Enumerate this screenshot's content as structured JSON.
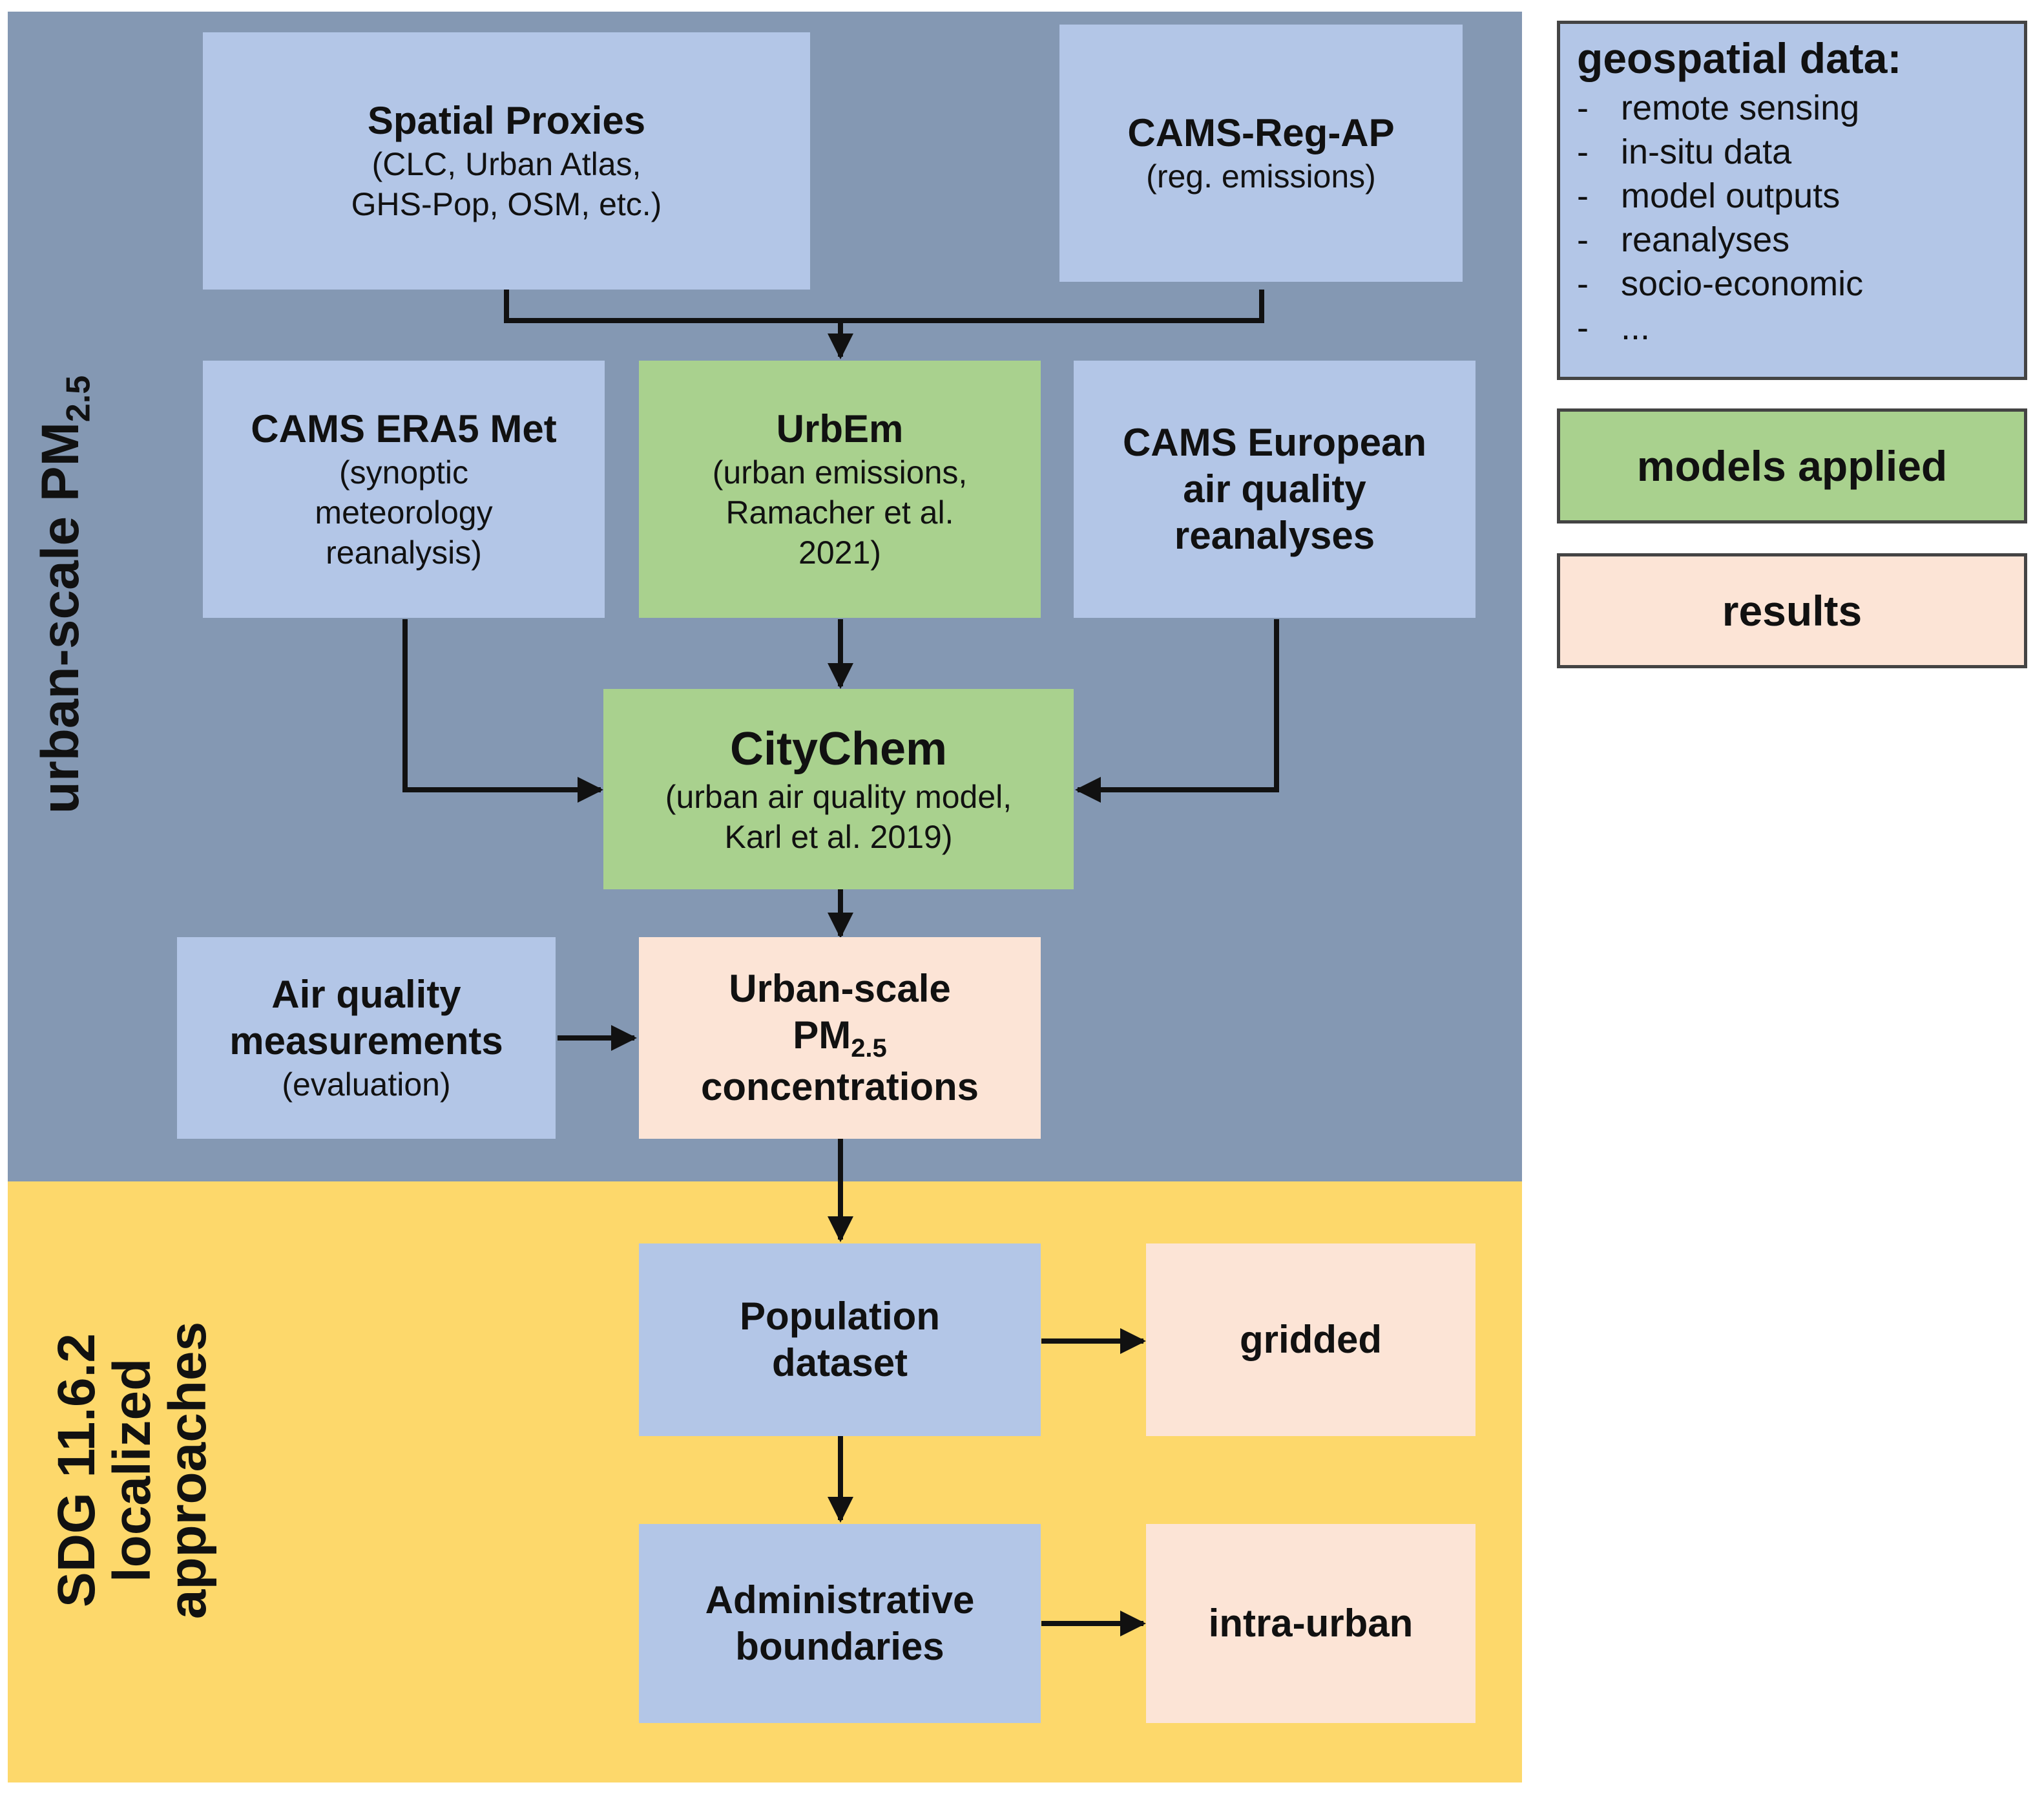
{
  "regions": {
    "top_label": "urban-scale PM",
    "top_label_sub": "2.5",
    "bottom_label_line1": "SDG 11.6.2",
    "bottom_label_line2": "localized",
    "bottom_label_line3": "approaches"
  },
  "nodes": {
    "spatial_proxies": {
      "title": "Spatial Proxies",
      "sub1": "(CLC, Urban Atlas,",
      "sub2": "GHS-Pop, OSM, etc.)"
    },
    "cams_reg_ap": {
      "title": "CAMS-Reg-AP",
      "sub1": "(reg. emissions)"
    },
    "cams_era5": {
      "title": "CAMS ERA5 Met",
      "sub1": "(synoptic",
      "sub2": "meteorology",
      "sub3": "reanalysis)"
    },
    "urbem": {
      "title": "UrbEm",
      "sub1": "(urban emissions,",
      "sub2": "Ramacher et al.",
      "sub3": "2021)"
    },
    "cams_european": {
      "title1": "CAMS European",
      "title2": "air quality",
      "title3": "reanalyses"
    },
    "citychem": {
      "title": "CityChem",
      "sub1": "(urban air quality model,",
      "sub2": "Karl et al. 2019)"
    },
    "air_quality": {
      "title1": "Air quality",
      "title2": "measurements",
      "sub1": "(evaluation)"
    },
    "urban_scale": {
      "title1": "Urban-scale",
      "title2": "PM",
      "title2_sub": "2.5",
      "title3": "concentrations"
    },
    "population": {
      "title1": "Population",
      "title2": "dataset"
    },
    "gridded": {
      "title": "gridded"
    },
    "administrative": {
      "title1": "Administrative",
      "title2": "boundaries"
    },
    "intra_urban": {
      "title": "intra-urban"
    }
  },
  "legend": {
    "geospatial_title": "geospatial  data:",
    "geospatial_items": [
      "remote sensing",
      "in-situ data",
      "model outputs",
      "reanalyses",
      "socio-economic",
      "..."
    ],
    "dash": "-",
    "models_applied": "models applied",
    "results": "results"
  },
  "colors": {
    "top_region": "#8498b3",
    "bottom_region": "#fdd86b",
    "data_box": "#b3c6e7",
    "model_box": "#a9d18e",
    "result_box": "#fce4d6"
  }
}
